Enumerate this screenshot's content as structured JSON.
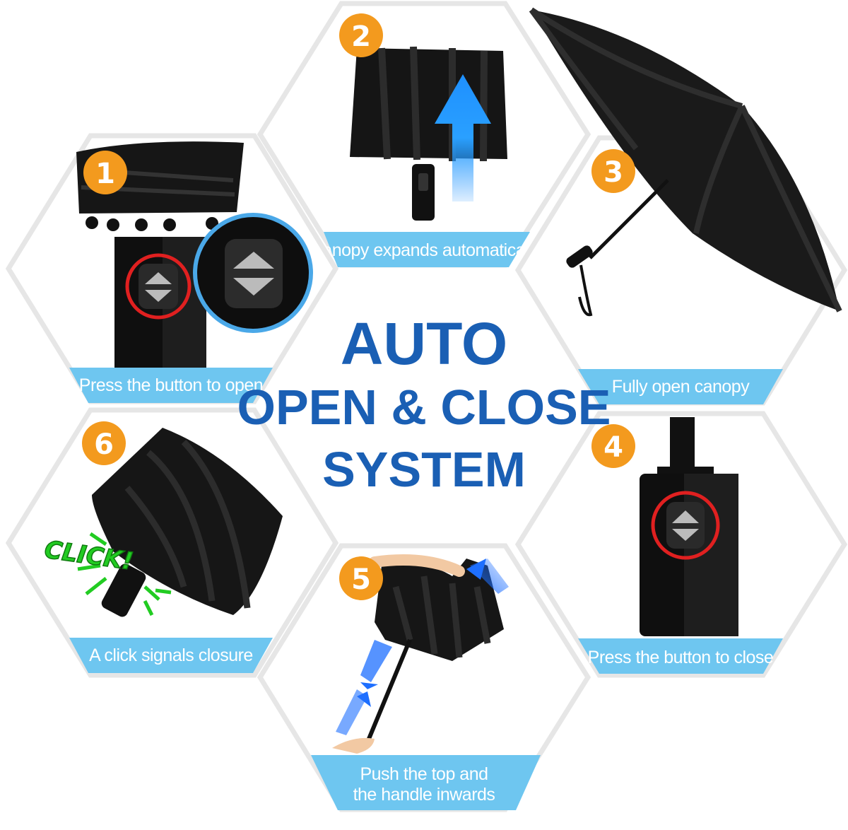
{
  "title": {
    "line1": "AUTO",
    "line2": "OPEN & CLOSE",
    "line3": "SYSTEM"
  },
  "steps": [
    {
      "number": "1",
      "caption": "Press the button to open"
    },
    {
      "number": "2",
      "caption": "Canopy expands automatically"
    },
    {
      "number": "3",
      "caption": "Fully open canopy"
    },
    {
      "number": "4",
      "caption": "Press the button to close"
    },
    {
      "number": "5",
      "caption_line1": "Push the top and",
      "caption_line2": "the handle inwards"
    },
    {
      "number": "6",
      "caption": "A click signals closure"
    }
  ],
  "click_label": "CLICK!",
  "colors": {
    "title_blue": "#1a5fb4",
    "caption_band": "#6ec6f0",
    "badge_orange": "#f39a1e",
    "hex_outline": "#e6e6e6",
    "arrow_blue": "#1e90ff",
    "highlight_red": "#e02020",
    "click_green": "#22cc22"
  }
}
